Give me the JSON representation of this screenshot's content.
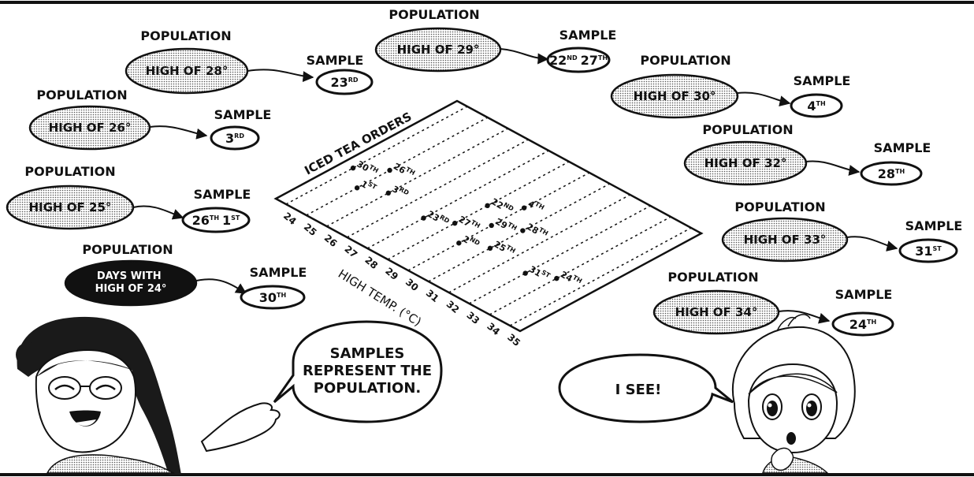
{
  "groups": [
    {
      "pop_label": "POPULATION",
      "oval": "HIGH OF 28°",
      "samp_label": "SAMPLE",
      "sample": [
        [
          "23",
          "RD"
        ]
      ]
    },
    {
      "pop_label": "POPULATION",
      "oval": "HIGH OF 29°",
      "samp_label": "SAMPLE",
      "sample": [
        [
          "22",
          "ND"
        ],
        [
          "27",
          "TH"
        ]
      ]
    },
    {
      "pop_label": "POPULATION",
      "oval": "HIGH OF 26°",
      "samp_label": "SAMPLE",
      "sample": [
        [
          "3",
          "RD"
        ]
      ]
    },
    {
      "pop_label": "POPULATION",
      "oval": "HIGH OF 30°",
      "samp_label": "SAMPLE",
      "sample": [
        [
          "4",
          "TH"
        ]
      ]
    },
    {
      "pop_label": "POPULATION",
      "oval": "HIGH OF 32°",
      "samp_label": "SAMPLE",
      "sample": [
        [
          "28",
          "TH"
        ]
      ]
    },
    {
      "pop_label": "POPULATION",
      "oval": "HIGH OF 25°",
      "samp_label": "SAMPLE",
      "sample": [
        [
          "26",
          "TH"
        ],
        [
          "1",
          "ST"
        ]
      ]
    },
    {
      "pop_label": "POPULATION",
      "oval": "HIGH OF 33°",
      "samp_label": "SAMPLE",
      "sample": [
        [
          "31",
          "ST"
        ]
      ]
    },
    {
      "pop_label": "POPULATION",
      "oval": "DAYS WITH HIGH OF 24°",
      "samp_label": "SAMPLE",
      "sample": [
        [
          "30",
          "TH"
        ]
      ]
    },
    {
      "pop_label": "POPULATION",
      "oval": "HIGH OF 34°",
      "samp_label": "SAMPLE",
      "sample": [
        [
          "24",
          "TH"
        ]
      ]
    }
  ],
  "chart": {
    "title": "ICED TEA ORDERS",
    "xlabel": "HIGH TEMP. (°C)",
    "ticks": [
      "24",
      "25",
      "26",
      "27",
      "28",
      "29",
      "30",
      "31",
      "32",
      "33",
      "34",
      "35"
    ],
    "points": [
      {
        "temp": 24,
        "day": "30",
        "suffix": "TH"
      },
      {
        "temp": 25,
        "day": "1",
        "suffix": "ST"
      },
      {
        "temp": 25,
        "day": "26",
        "suffix": "TH"
      },
      {
        "temp": 26,
        "day": "3",
        "suffix": "RD"
      },
      {
        "temp": 28,
        "day": "23",
        "suffix": "RD"
      },
      {
        "temp": 29,
        "day": "27",
        "suffix": "TH"
      },
      {
        "temp": 29,
        "day": "22",
        "suffix": "ND"
      },
      {
        "temp": 30,
        "day": "2",
        "suffix": "ND"
      },
      {
        "temp": 30,
        "day": "29",
        "suffix": "TH"
      },
      {
        "temp": 30,
        "day": "4",
        "suffix": "TH"
      },
      {
        "temp": 31,
        "day": "25",
        "suffix": "TH"
      },
      {
        "temp": 31,
        "day": "28",
        "suffix": "TH"
      },
      {
        "temp": 33,
        "day": "31",
        "suffix": "ST"
      },
      {
        "temp": 34,
        "day": "24",
        "suffix": "TH"
      }
    ]
  },
  "speech": {
    "left": [
      "SAMPLES",
      "REPRESENT THE",
      "POPULATION."
    ],
    "right": [
      "I SEE!"
    ]
  }
}
